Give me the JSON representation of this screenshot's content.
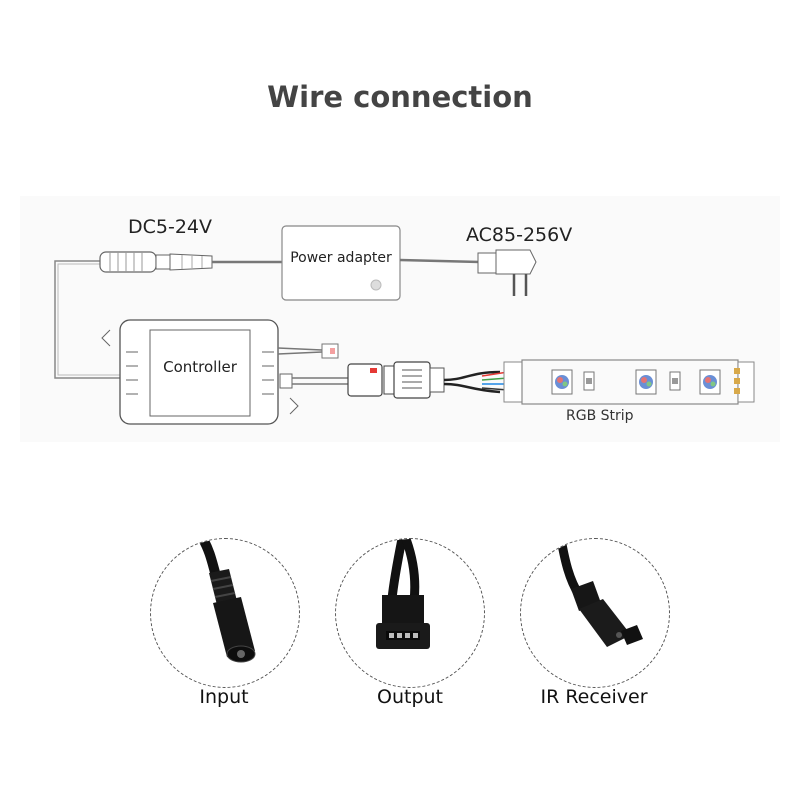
{
  "title": "Wire connection",
  "labels": {
    "dc_voltage": "DC5-24V",
    "ac_voltage": "AC85-256V",
    "power_adapter": "Power adapter",
    "controller": "Controller",
    "rgb_strip": "RGB Strip"
  },
  "connectors": [
    {
      "label": "Input",
      "icon": "dc-female-jack-icon"
    },
    {
      "label": "Output",
      "icon": "rgb-4pin-connector-icon"
    },
    {
      "label": "IR Receiver",
      "icon": "ir-receiver-connector-icon"
    }
  ],
  "colors": {
    "title": "#444444",
    "outline": "#777777",
    "cable": "#222222",
    "led_red": "#e53935",
    "led_green": "#43a047",
    "led_blue": "#1e88e5"
  }
}
